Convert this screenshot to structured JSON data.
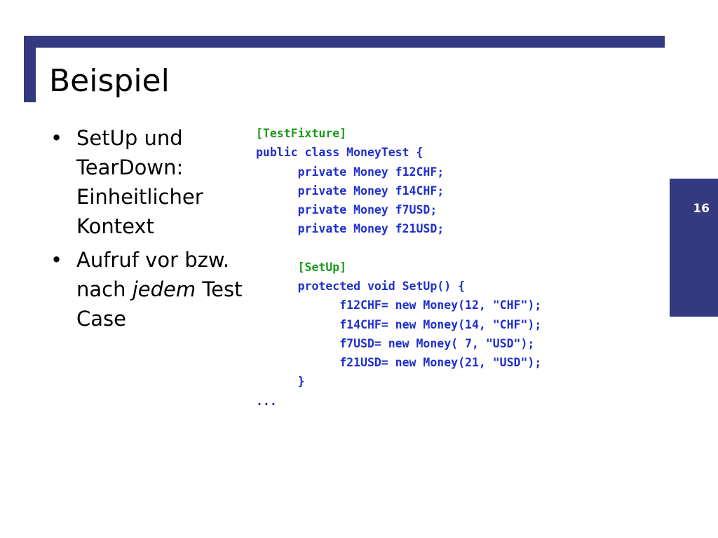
{
  "slide": {
    "title": "Beispiel",
    "page_number": "16"
  },
  "bullets": [
    {
      "text_html": "SetUp und TearDown: Einheitlicher Kontext"
    },
    {
      "text_html": "Aufruf vor bzw. nach <i>jedem</i> Test Case"
    }
  ],
  "bullets_plain": [
    "SetUp und TearDown: Einheitlicher Kontext",
    "Aufruf vor bzw. nach jedem Test Case"
  ],
  "bullet_emphasis": "jedem",
  "code": {
    "lines": [
      {
        "indent": 0,
        "text": "[TestFixture]",
        "kind": "attribute"
      },
      {
        "indent": 0,
        "text": "public class MoneyTest {",
        "kind": "code"
      },
      {
        "indent": 1,
        "text": "private Money f12CHF;",
        "kind": "code"
      },
      {
        "indent": 1,
        "text": "private Money f14CHF;",
        "kind": "code"
      },
      {
        "indent": 1,
        "text": "private Money f7USD;",
        "kind": "code"
      },
      {
        "indent": 1,
        "text": "private Money f21USD;",
        "kind": "code"
      },
      {
        "indent": 0,
        "text": "",
        "kind": "blank"
      },
      {
        "indent": 1,
        "text": "[SetUp]",
        "kind": "attribute"
      },
      {
        "indent": 1,
        "text": "protected void SetUp() {",
        "kind": "code"
      },
      {
        "indent": 2,
        "text": "f12CHF= new Money(12, \"CHF\");",
        "kind": "code"
      },
      {
        "indent": 2,
        "text": "f14CHF= new Money(14, \"CHF\");",
        "kind": "code"
      },
      {
        "indent": 2,
        "text": "f7USD= new Money( 7, \"USD\");",
        "kind": "code"
      },
      {
        "indent": 2,
        "text": "f21USD= new Money(21, \"USD\");",
        "kind": "code"
      },
      {
        "indent": 1,
        "text": "}",
        "kind": "code"
      },
      {
        "indent": 0,
        "text": "...",
        "kind": "code"
      }
    ]
  },
  "colors": {
    "accent": "#333a7f",
    "code_keyword": "#1f2fcc",
    "code_attribute": "#1e9a1e",
    "text": "#000000",
    "background": "#ffffff"
  }
}
